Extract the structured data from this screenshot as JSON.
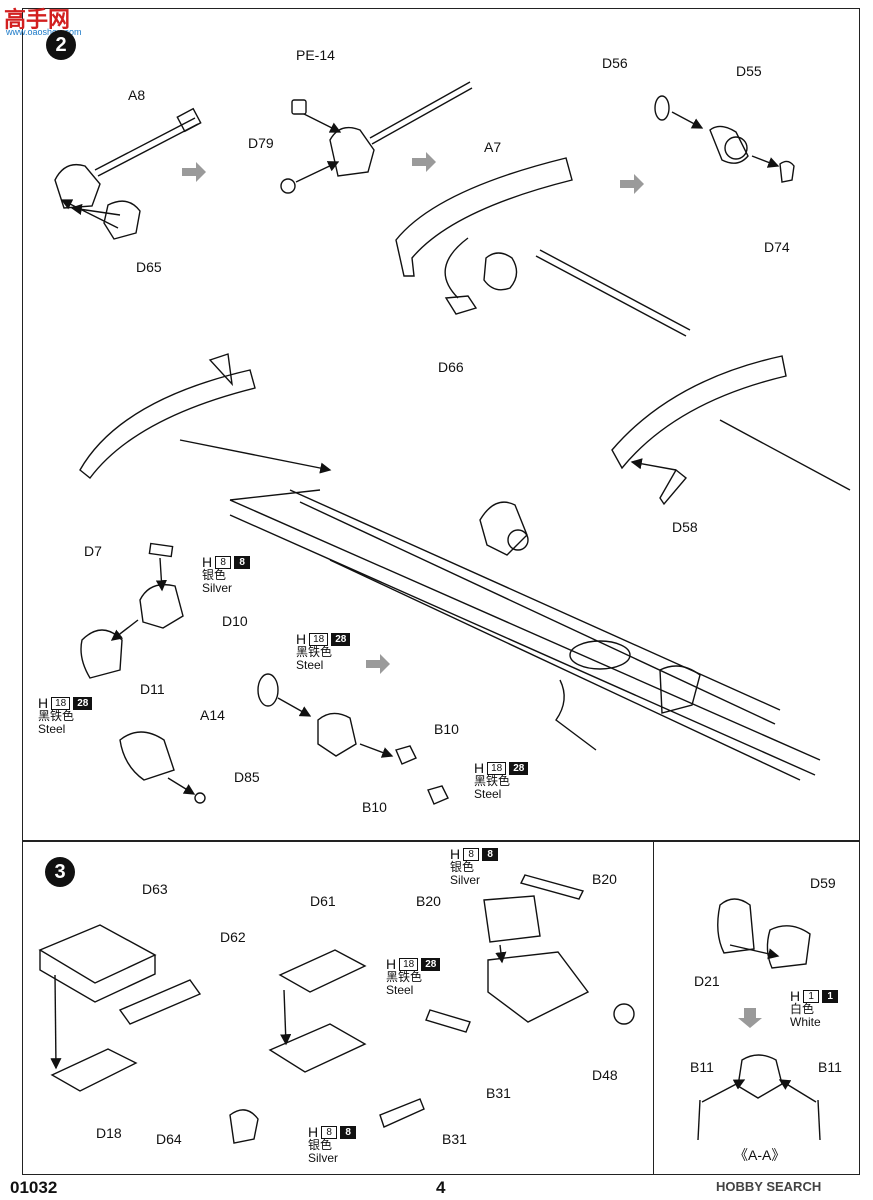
{
  "watermark_top": {
    "main": "高手网",
    "sub": "www.oaoshou.com"
  },
  "watermark_bottom": "HOBBY SEARCH",
  "footer": {
    "model_number": "01032",
    "page_number": "4"
  },
  "steps": [
    {
      "number": "2"
    },
    {
      "number": "3"
    }
  ],
  "step2_labels": [
    "A8",
    "PE-14",
    "D79",
    "D65",
    "A7",
    "D66",
    "D56",
    "D55",
    "D74",
    "D58",
    "D7",
    "D10",
    "D11",
    "A14",
    "B10",
    "B10",
    "D85"
  ],
  "step3_labels": [
    "D63",
    "D62",
    "D18",
    "D61",
    "D64",
    "B31",
    "B20",
    "B20",
    "B31",
    "D48"
  ],
  "aa_labels": [
    "D59",
    "D21",
    "B11",
    "B11"
  ],
  "aa_section_label": "《A-A》",
  "paints": [
    {
      "id": "silver-d7",
      "letter": "H",
      "code": "8",
      "code_dark": "8",
      "cn": "银色",
      "en": "Silver"
    },
    {
      "id": "steel-d11",
      "letter": "H",
      "code": "18",
      "code_dark": "28",
      "cn": "黑铁色",
      "en": "Steel"
    },
    {
      "id": "steel-a14",
      "letter": "H",
      "code": "18",
      "code_dark": "28",
      "cn": "黑铁色",
      "en": "Steel"
    },
    {
      "id": "steel-b10",
      "letter": "H",
      "code": "18",
      "code_dark": "28",
      "cn": "黑铁色",
      "en": "Steel"
    },
    {
      "id": "steel-d61",
      "letter": "H",
      "code": "18",
      "code_dark": "28",
      "cn": "黑铁色",
      "en": "Steel"
    },
    {
      "id": "silver-b20",
      "letter": "H",
      "code": "8",
      "code_dark": "8",
      "cn": "银色",
      "en": "Silver"
    },
    {
      "id": "silver-d64",
      "letter": "H",
      "code": "8",
      "code_dark": "8",
      "cn": "银色",
      "en": "Silver"
    },
    {
      "id": "white-d21",
      "letter": "H",
      "code": "1",
      "code_dark": "1",
      "cn": "白色",
      "en": "White"
    }
  ],
  "colors": {
    "line": "#111111",
    "watermark_red": "#d21f1f",
    "watermark_blue": "#1c7ac8",
    "arrow_grey": "#9a9a9a"
  }
}
